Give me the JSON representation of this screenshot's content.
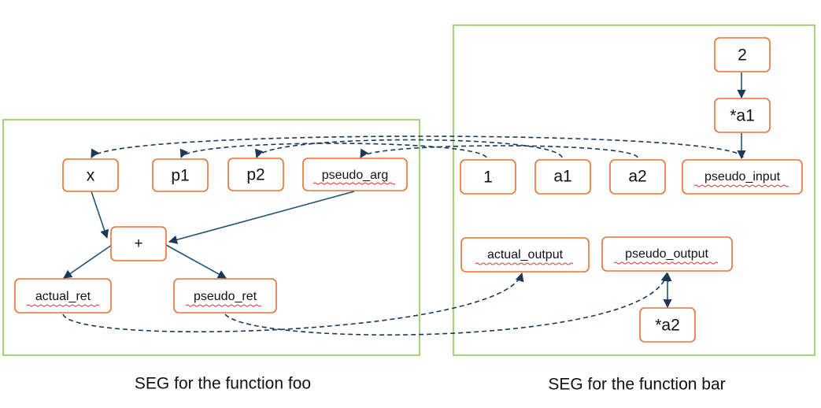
{
  "groups": {
    "foo": {
      "caption": "SEG for the function foo"
    },
    "bar": {
      "caption": "SEG for the function bar"
    }
  },
  "nodes": {
    "x": "x",
    "p1": "p1",
    "p2": "p2",
    "pseudo_arg": "pseudo_arg",
    "plus": "+",
    "actual_ret": "actual_ret",
    "pseudo_ret": "pseudo_ret",
    "two": "2",
    "star_a1": "*a1",
    "one": "1",
    "a1": "a1",
    "a2": "a2",
    "pseudo_input": "pseudo_input",
    "actual_output": "actual_output",
    "pseudo_output": "pseudo_output",
    "star_a2": "*a2"
  },
  "colors": {
    "node_border": "#e97132",
    "group_border": "#8fc95a",
    "edge": "#1f5673",
    "spellcheck_underline": "#dd3333"
  }
}
